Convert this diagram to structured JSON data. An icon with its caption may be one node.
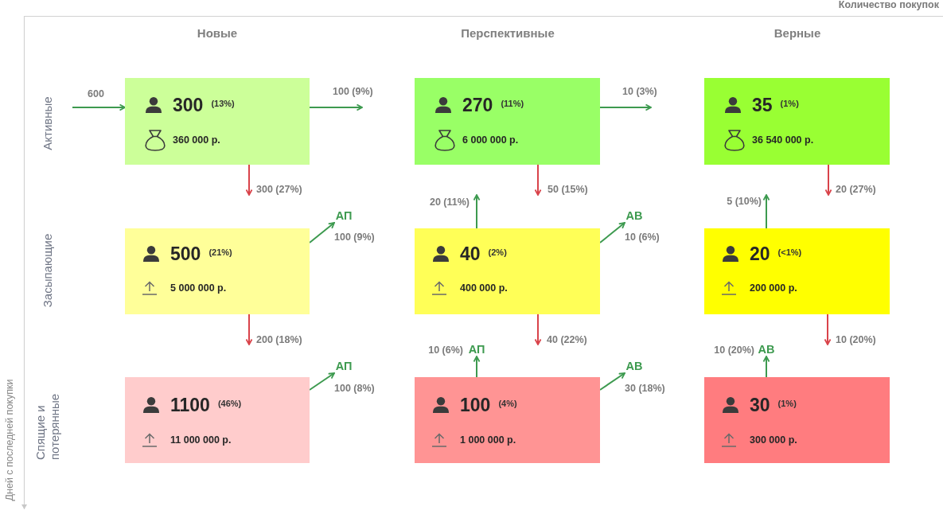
{
  "diagram": {
    "nodes": [
      {
        "text": [
          "300",
          "(13%)",
          "360 000 р."
        ]
      },
      {
        "text": [
          "270",
          "(11%)",
          "6 000 000 р."
        ]
      },
      {
        "text": [
          "35",
          "(1%)",
          "36 540 000 р."
        ]
      },
      {
        "text": [
          "500",
          "(21%)",
          "5 000 000 р."
        ]
      },
      {
        "text": [
          "40",
          "(2%)",
          "400 000 р."
        ]
      },
      {
        "text": [
          "20",
          "(<1%)",
          "200 000 р."
        ]
      },
      {
        "text": [
          "1100",
          "(46%)",
          "11 000 000 р."
        ]
      },
      {
        "text": [
          "100",
          "(4%)",
          "1 000 000 р."
        ]
      },
      {
        "text": [
          "30",
          "(1%)",
          "300 000 р."
        ]
      },
      {
        "text": [
          "АП"
        ]
      },
      {
        "text": [
          "АВ"
        ]
      },
      {
        "text": [
          "АП"
        ]
      },
      {
        "text": [
          "АВ"
        ]
      },
      {
        "text": [
          "АП"
        ]
      },
      {
        "text": [
          "АВ"
        ]
      }
    ],
    "edges": [
      {
        "from": null,
        "to": 0,
        "arrow": "to",
        "label": "600"
      },
      {
        "from": 0,
        "to": null,
        "arrow": "to",
        "label": "100 (9%)"
      },
      {
        "from": 0,
        "to": null,
        "arrow": "to",
        "label": "300 (27%)",
        "color": "#d9434a"
      },
      {
        "from": 1,
        "to": null,
        "arrow": "to",
        "label": "10 (3%)"
      },
      {
        "from": 1,
        "to": null,
        "arrow": "to",
        "label": "50 (15%)",
        "color": "#d9434a"
      },
      {
        "from": 2,
        "to": null,
        "arrow": "to",
        "label": "20 (27%)",
        "color": "#d9434a"
      },
      {
        "from": 4,
        "to": null,
        "arrow": "to",
        "label": "20 (11%)"
      },
      {
        "from": 5,
        "to": null,
        "arrow": "to",
        "label": "5 (10%)"
      },
      {
        "from": 3,
        "to": 9,
        "arrow": "to",
        "label": "100 (9%)"
      },
      {
        "from": 4,
        "to": 10,
        "arrow": "to",
        "label": "10 (6%)"
      },
      {
        "from": 3,
        "to": null,
        "arrow": "to",
        "label": "200 (18%)",
        "color": "#d9434a"
      },
      {
        "from": 4,
        "to": null,
        "arrow": "to",
        "label": "40 (22%)",
        "color": "#d9434a"
      },
      {
        "from": 5,
        "to": null,
        "arrow": "to",
        "label": "10 (20%)",
        "color": "#d9434a"
      },
      {
        "from": 7,
        "to": 11,
        "arrow": "to",
        "label": "10 (6%)"
      },
      {
        "from": 8,
        "to": 12,
        "arrow": "to",
        "label": "10 (20%)"
      },
      {
        "from": 6,
        "to": 13,
        "arrow": "to",
        "label": "100 (8%)"
      },
      {
        "from": 7,
        "to": 14,
        "arrow": "to",
        "label": "30 (18%)"
      }
    ],
    "labels": [
      "Количество покупок",
      "Новые",
      "Перспективные",
      "Верные",
      "Активные",
      "Засыпающие",
      "Спящие и потерянные",
      "Дней с последней покупки"
    ]
  }
}
